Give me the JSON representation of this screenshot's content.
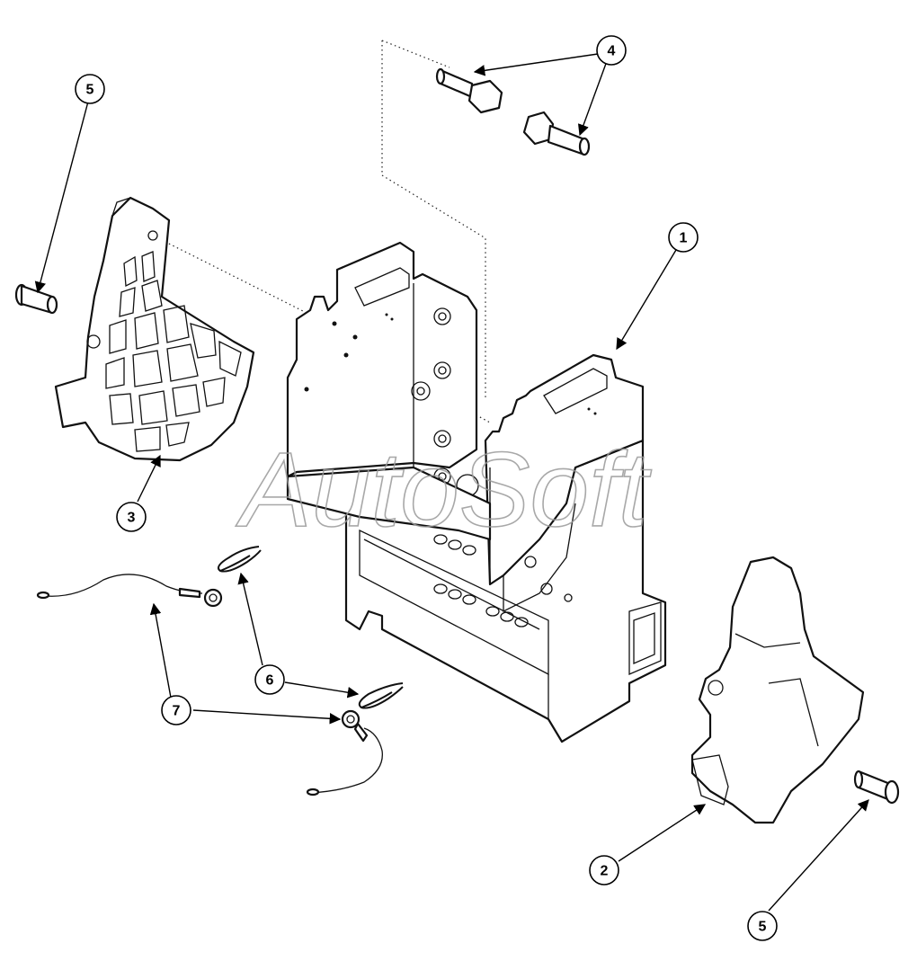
{
  "watermark": "AutoSoft",
  "callouts": [
    {
      "id": "c1",
      "label": "1"
    },
    {
      "id": "c2",
      "label": "2"
    },
    {
      "id": "c3",
      "label": "3"
    },
    {
      "id": "c4",
      "label": "4"
    },
    {
      "id": "c5a",
      "label": "5"
    },
    {
      "id": "c5b",
      "label": "5"
    },
    {
      "id": "c6",
      "label": "6"
    },
    {
      "id": "c7",
      "label": "7"
    }
  ]
}
